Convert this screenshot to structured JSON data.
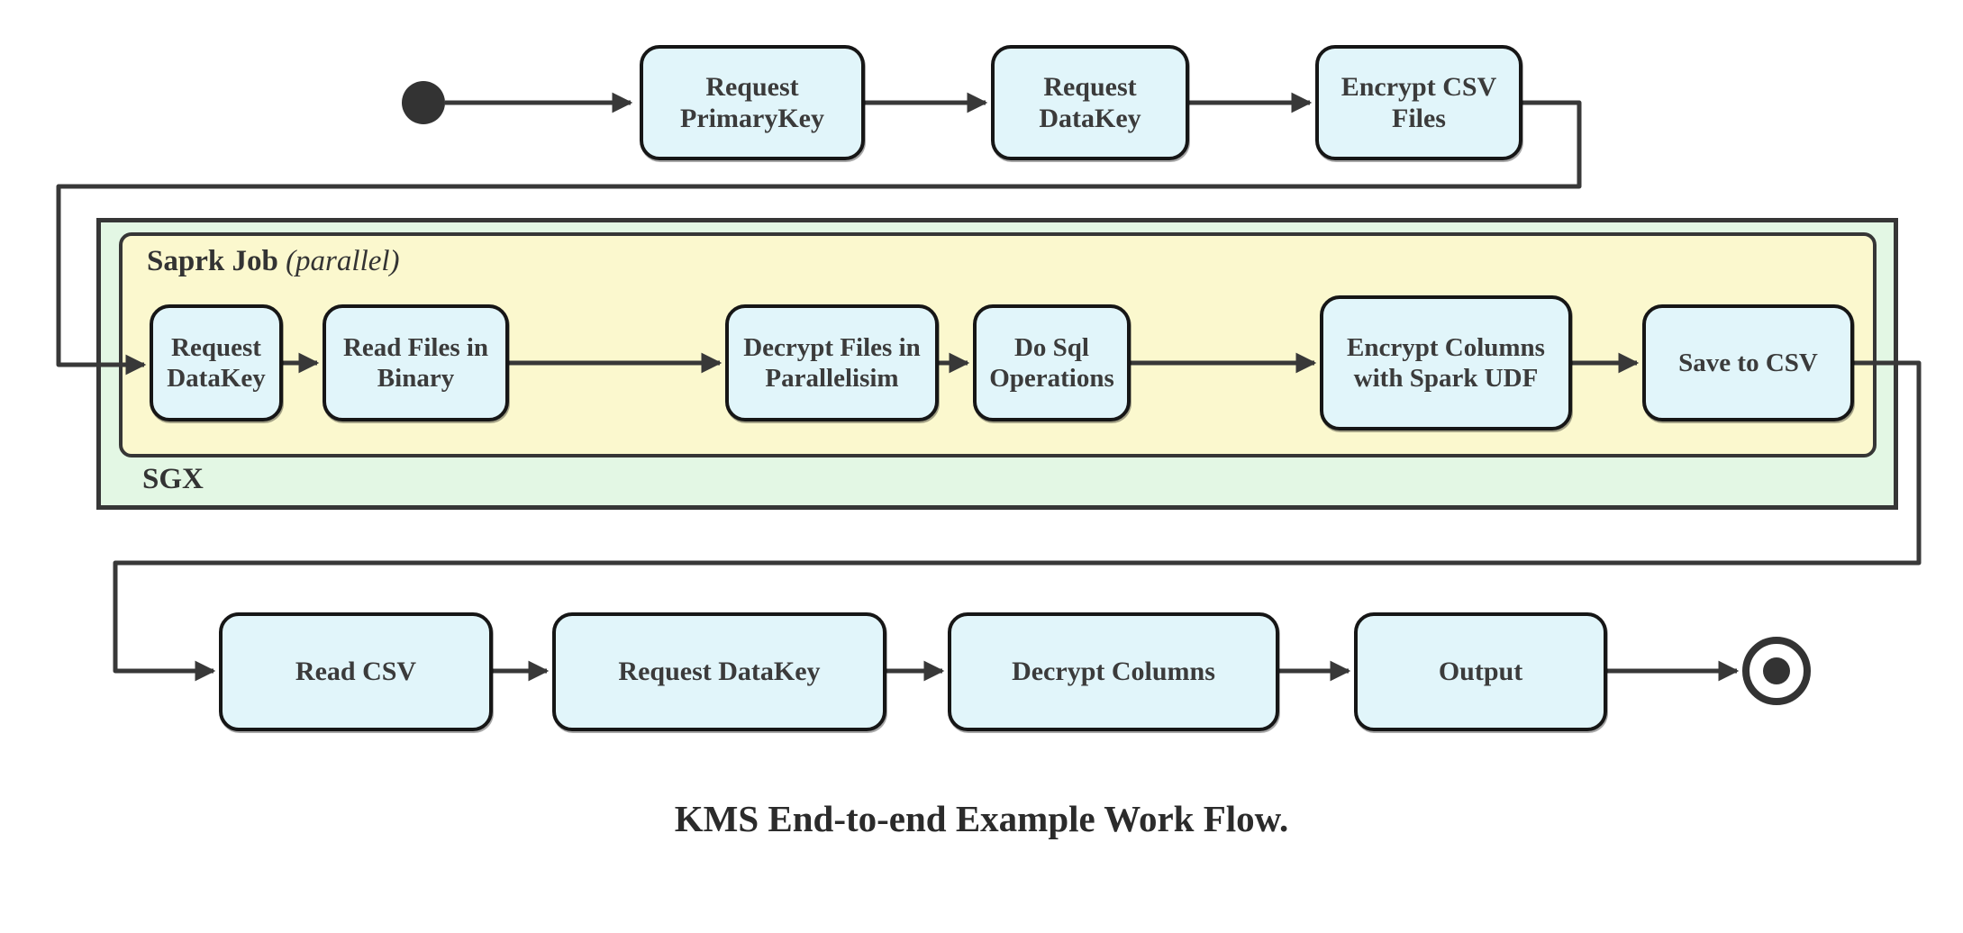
{
  "caption": "KMS End-to-end Example Work Flow.",
  "colors": {
    "node_fill": "#e1f5fa",
    "spark_container_fill": "#fbf8ce",
    "sgx_container_fill": "#e3f7e4",
    "line": "#383838",
    "text": "#3b3b3b"
  },
  "containers": {
    "sgx_label": "SGX",
    "spark_label": "Saprk Job",
    "spark_note": "(parallel)"
  },
  "nodes": {
    "t1": {
      "label": "Request PrimaryKey"
    },
    "t2": {
      "label": "Request DataKey"
    },
    "t3": {
      "label": "Encrypt CSV Files"
    },
    "b1": {
      "label": "Request DataKey"
    },
    "b2": {
      "label": "Read Files in Binary"
    },
    "b3": {
      "label": "Decrypt Files in Parallelisim"
    },
    "b4": {
      "label": "Do Sql Operations"
    },
    "b5": {
      "label": "Encrypt Columns with Spark UDF"
    },
    "b6": {
      "label": "Save to CSV"
    },
    "c1": {
      "label": "Read CSV"
    },
    "c2": {
      "label": "Request DataKey"
    },
    "c3": {
      "label": "Decrypt Columns"
    },
    "c4": {
      "label": "Output"
    }
  }
}
